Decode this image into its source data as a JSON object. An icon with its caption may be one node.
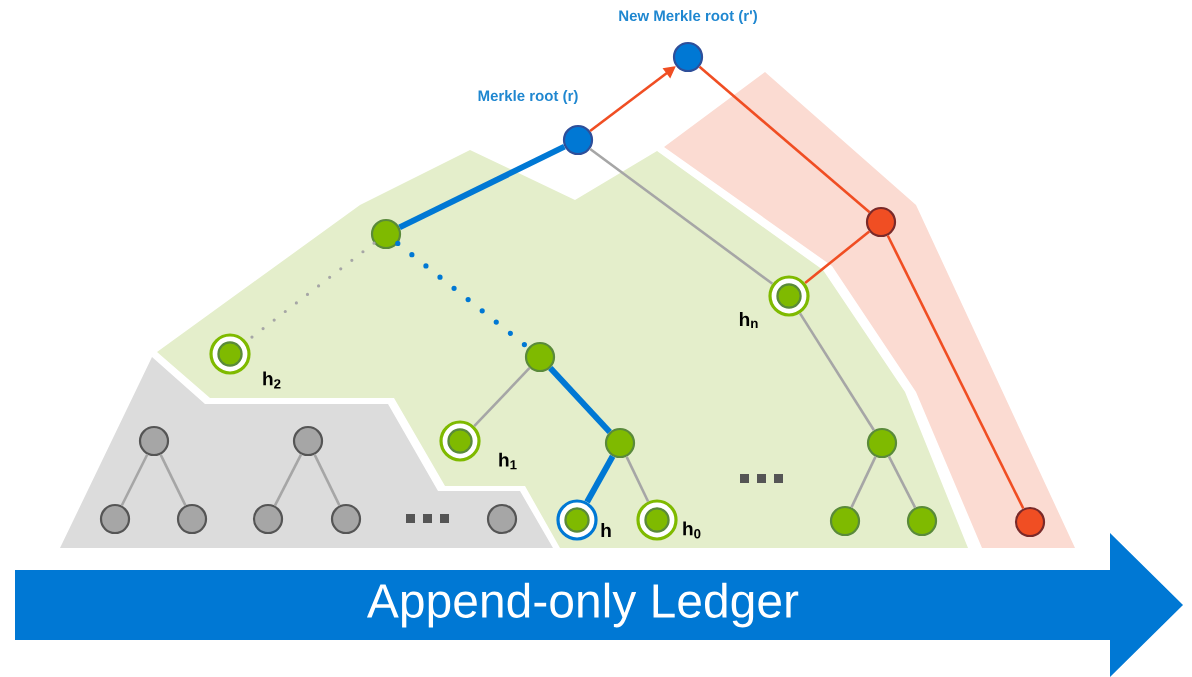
{
  "diagram": {
    "nodes": [
      {
        "text": [],
        "shape": "circle",
        "beside": [
          "New Merkle root (r')"
        ]
      },
      {
        "text": [],
        "shape": "circle",
        "beside": [
          "Merkle root (r)"
        ]
      },
      {
        "text": [],
        "shape": "circle"
      },
      {
        "text": [],
        "shape": "circle"
      },
      {
        "text": [],
        "shape": "circle"
      },
      {
        "text": [],
        "shape": "circle",
        "beside": [
          "h$_{2}$"
        ]
      },
      {
        "text": [],
        "shape": "circle"
      },
      {
        "text": [],
        "shape": "circle",
        "beside": [
          "h$_{1}$"
        ]
      },
      {
        "text": [],
        "shape": "circle"
      },
      {
        "text": [],
        "shape": "circle",
        "beside": [
          "h"
        ]
      },
      {
        "text": [],
        "shape": "circle",
        "beside": [
          "h$_{0}$"
        ]
      },
      {
        "text": [],
        "shape": "circle",
        "beside": [
          "h$_{n}$"
        ]
      },
      {
        "text": [],
        "shape": "circle"
      },
      {
        "text": [],
        "shape": "circle"
      },
      {
        "text": [],
        "shape": "circle"
      },
      {
        "text": [],
        "shape": "circle"
      },
      {
        "text": [],
        "shape": "circle"
      },
      {
        "text": [],
        "shape": "circle"
      },
      {
        "text": [],
        "shape": "circle"
      },
      {
        "text": [],
        "shape": "circle"
      },
      {
        "text": [],
        "shape": "circle"
      },
      {
        "text": [],
        "shape": "circle"
      },
      {
        "text": [
          "Append-only Ledger"
        ]
      }
    ],
    "edges": [
      {
        "from": 1,
        "to": 0,
        "arrow": "to",
        "color": "#f04e23"
      },
      {
        "from": 0,
        "to": 2,
        "arrow": "none",
        "color": "#f04e23"
      },
      {
        "from": 2,
        "to": 11,
        "arrow": "none",
        "color": "#f04e23"
      },
      {
        "from": 2,
        "to": 3,
        "arrow": "none",
        "color": "#f04e23"
      },
      {
        "from": 1,
        "to": 11,
        "arrow": "none"
      },
      {
        "from": 1,
        "to": 4,
        "arrow": "none",
        "style": "thick",
        "color": "#0078d4"
      },
      {
        "from": 4,
        "to": 5,
        "arrow": "none",
        "style": "dashed"
      },
      {
        "from": 4,
        "to": 6,
        "arrow": "none",
        "style": "dashed",
        "color": "#0078d4"
      },
      {
        "from": 6,
        "to": 7,
        "arrow": "none"
      },
      {
        "from": 6,
        "to": 8,
        "arrow": "none",
        "style": "thick",
        "color": "#0078d4"
      },
      {
        "from": 8,
        "to": 9,
        "arrow": "none",
        "style": "thick",
        "color": "#0078d4"
      },
      {
        "from": 8,
        "to": 10,
        "arrow": "none"
      },
      {
        "from": 11,
        "to": 12,
        "arrow": "none"
      },
      {
        "from": 12,
        "to": 13,
        "arrow": "none"
      },
      {
        "from": 12,
        "to": 14,
        "arrow": "none"
      },
      {
        "from": 15,
        "to": 16,
        "arrow": "none"
      },
      {
        "from": 15,
        "to": 17,
        "arrow": "none"
      },
      {
        "from": 18,
        "to": 19,
        "arrow": "none"
      },
      {
        "from": 18,
        "to": 20,
        "arrow": "none"
      }
    ]
  }
}
